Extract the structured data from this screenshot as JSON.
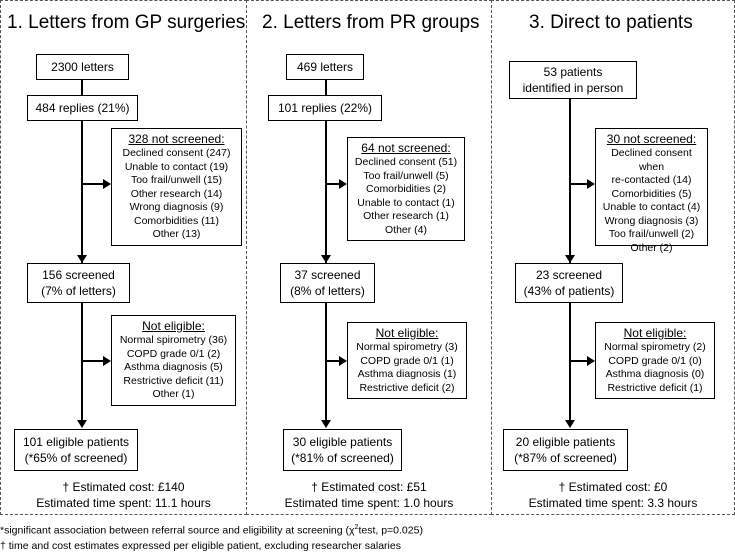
{
  "columns": [
    {
      "title": "1. Letters from GP surgeries",
      "sent": "2300 letters",
      "replies": "484 replies (21%)",
      "not_screened_head": "328 not screened:",
      "not_screened_items": [
        "Declined consent (247)",
        "Unable to contact (19)",
        "Too frail/unwell (15)",
        "Other research (14)",
        "Wrong diagnosis (9)",
        "Comorbidities (11)",
        "Other (13)"
      ],
      "screened_1": "156 screened",
      "screened_2": "(7% of letters)",
      "not_eligible_head": "Not eligible:",
      "not_eligible_items": [
        "Normal spirometry (36)",
        "COPD grade 0/1 (2)",
        "Asthma diagnosis (5)",
        "Restrictive deficit (11)",
        "Other (1)"
      ],
      "eligible_1": "101 eligible patients",
      "eligible_2": "(*65% of screened)",
      "cost": "† Estimated cost: £140",
      "time": "Estimated time spent: 11.1 hours"
    },
    {
      "title": "2. Letters from PR groups",
      "sent": "469 letters",
      "replies": "101 replies (22%)",
      "not_screened_head": "64 not screened:",
      "not_screened_items": [
        "Declined consent (51)",
        "Too frail/unwell (5)",
        "Comorbidities (2)",
        "Unable to contact (1)",
        "Other research (1)",
        "Other (4)"
      ],
      "screened_1": "37 screened",
      "screened_2": "(8% of letters)",
      "not_eligible_head": "Not eligible:",
      "not_eligible_items": [
        "Normal spirometry (3)",
        "COPD grade 0/1 (1)",
        "Asthma diagnosis (1)",
        "Restrictive deficit (2)"
      ],
      "eligible_1": "30 eligible patients",
      "eligible_2": "(*81% of screened)",
      "cost": "† Estimated cost: £51",
      "time": "Estimated time spent: 1.0 hours"
    },
    {
      "title": "3. Direct to patients",
      "sent_1": "53 patients",
      "sent_2": "identified in person",
      "not_screened_head": "30 not screened:",
      "not_screened_items": [
        "Declined consent when",
        "re-contacted (14)",
        "Comorbidities (5)",
        "Unable to contact (4)",
        "Wrong diagnosis (3)",
        "Too frail/unwell (2)",
        "Other (2)"
      ],
      "screened_1": "23 screened",
      "screened_2": "(43% of patients)",
      "not_eligible_head": "Not eligible:",
      "not_eligible_items": [
        "Normal spirometry (2)",
        "COPD grade 0/1 (0)",
        "Asthma diagnosis (0)",
        "Restrictive deficit (1)"
      ],
      "eligible_1": "20 eligible patients",
      "eligible_2": "(*87% of screened)",
      "cost": "† Estimated cost: £0",
      "time": "Estimated time spent: 3.3 hours"
    }
  ],
  "footnotes": {
    "f1_pre": "*significant association between referral source and eligibility at screening (χ",
    "f1_sup": "2",
    "f1_post": "test, p=0.025)",
    "f2": "† time and cost estimates expressed per eligible patient, excluding researcher salaries"
  }
}
